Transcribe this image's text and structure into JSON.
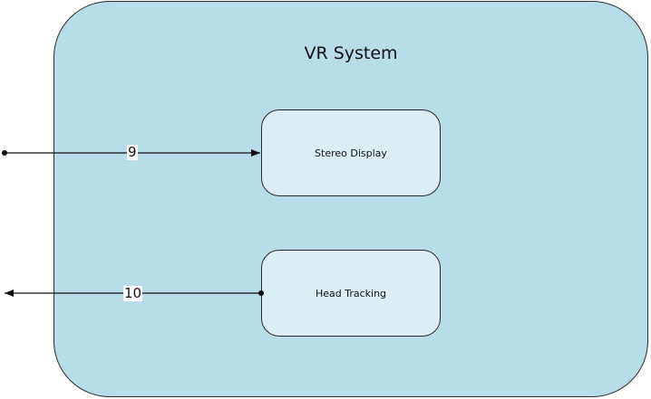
{
  "diagram": {
    "system": {
      "title": "VR System",
      "fill": "#b7dde8"
    },
    "components": [
      {
        "label": "Stereo Display",
        "fill": "#dbeef3"
      },
      {
        "label": "Head Tracking",
        "fill": "#dbeef3"
      }
    ],
    "connections": [
      {
        "label": "9",
        "from": "external",
        "to": "Stereo Display",
        "arrow": "into-component"
      },
      {
        "label": "10",
        "from": "Head Tracking",
        "to": "external",
        "arrow": "out-of-system"
      }
    ]
  }
}
